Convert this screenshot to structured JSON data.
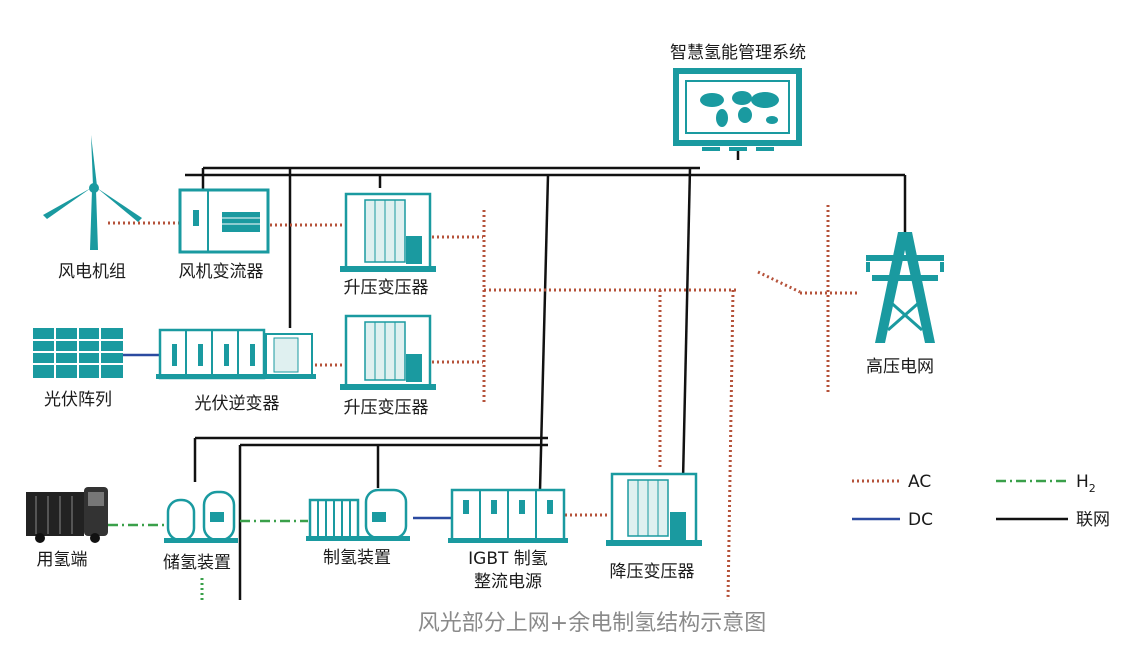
{
  "diagram": {
    "caption": "风光部分上网+余电制氢结构示意图",
    "nodes": {
      "management_system": "智慧氢能管理系统",
      "wind_turbine": "风电机组",
      "wind_converter": "风机变流器",
      "step_up_transformer_1": "升压变压器",
      "step_up_transformer_2": "升压变压器",
      "pv_array": "光伏阵列",
      "pv_inverter": "光伏逆变器",
      "grid": "高压电网",
      "hydrogen_user": "用氢端",
      "hydrogen_storage": "储氢装置",
      "electrolyzer": "制氢装置",
      "rectifier_line1": "IGBT 制氢",
      "rectifier_line2": "整流电源",
      "step_down_transformer": "降压变压器"
    },
    "legend": {
      "ac": "AC",
      "h2": "H",
      "h2_sub": "2",
      "dc": "DC",
      "network": "联网"
    }
  },
  "colors": {
    "equipment": "#1a9aa0",
    "ac_line": "#b5523a",
    "h2_line": "#3aa04a",
    "dc_line": "#2b4aa0",
    "network_line": "#111111"
  }
}
